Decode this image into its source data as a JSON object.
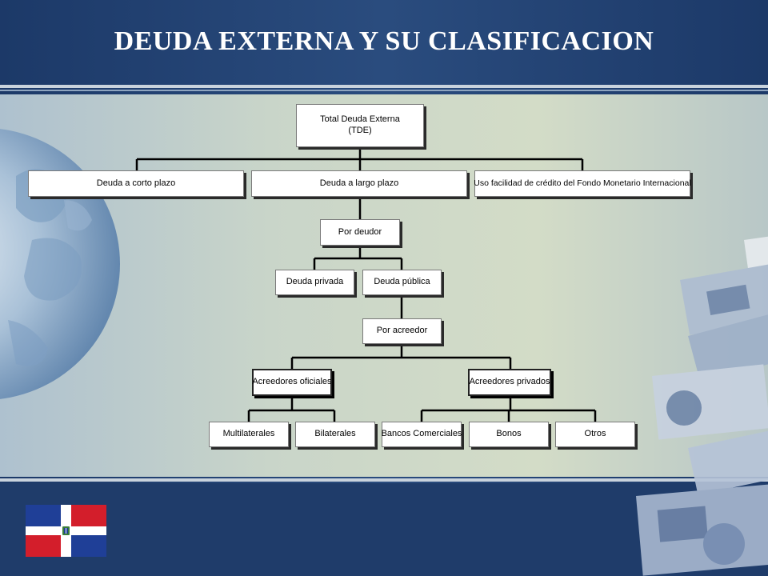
{
  "slide": {
    "title": "DEUDA EXTERNA Y SU CLASIFICACION"
  },
  "colors": {
    "background": "#1e3a66",
    "panel": "#cfd8c6",
    "node_fill": "#ffffff",
    "connector": "#000000",
    "flag_blue": "#1f3f97",
    "flag_red": "#d31e2b"
  },
  "diagram": {
    "root": {
      "line1": "Total Deuda Externa",
      "line2": "(TDE)"
    },
    "level1": [
      "Deuda a corto plazo",
      "Deuda a largo plazo",
      "Uso facilidad de crédito del Fondo Monetario Internacional"
    ],
    "por_deudor": "Por deudor",
    "deudor_types": [
      "Deuda privada",
      "Deuda pública"
    ],
    "por_acreedor": "Por acreedor",
    "acreedor_types": [
      "Acreedores oficiales",
      "Acreedores privados"
    ],
    "oficiales_children": [
      "Multilaterales",
      "Bilaterales"
    ],
    "privados_children": [
      "Bancos Comerciales",
      "Bonos",
      "Otros"
    ]
  },
  "decorations": {
    "left_image": "globe",
    "right_image": "banknotes",
    "logo": "dominican-republic-flag"
  }
}
